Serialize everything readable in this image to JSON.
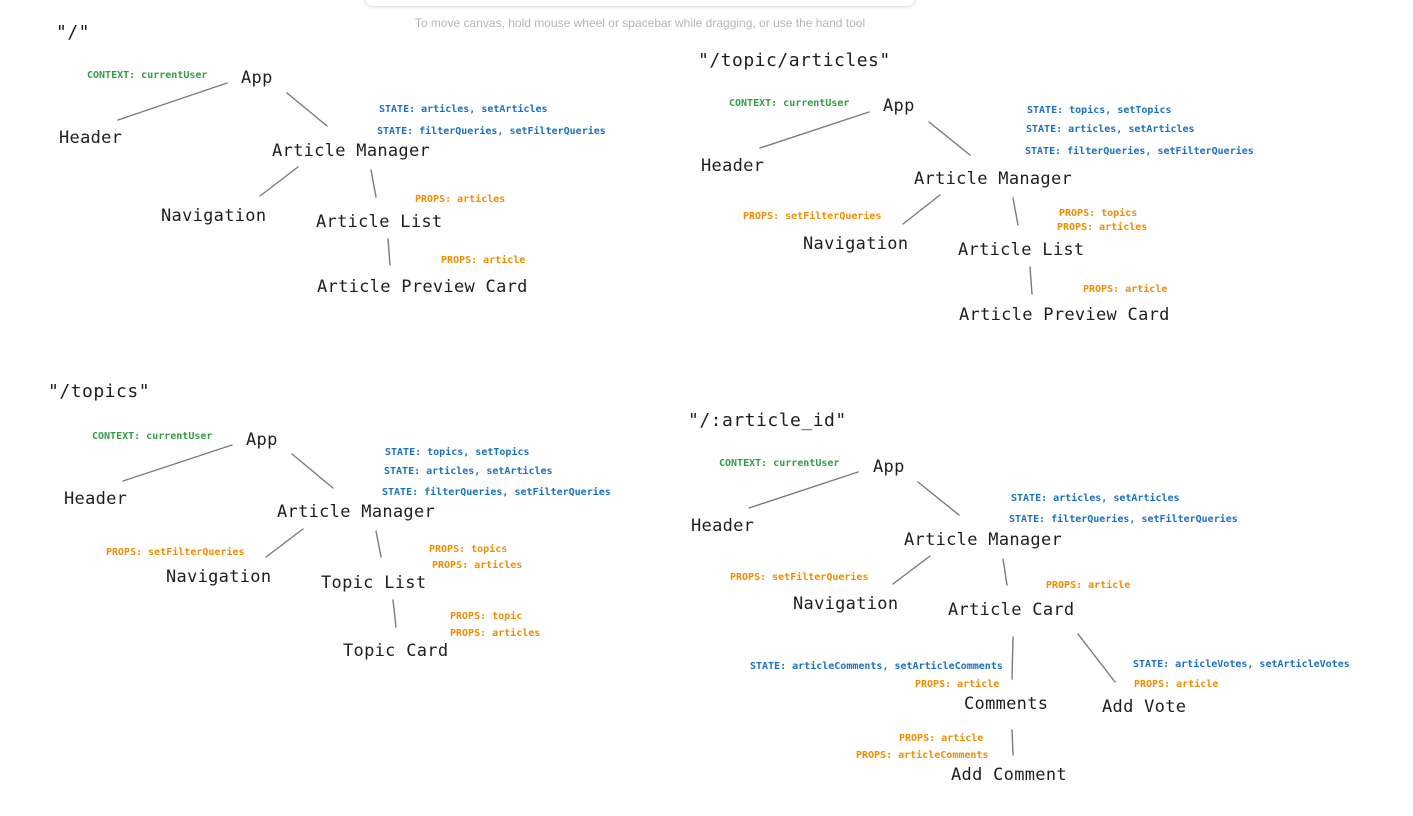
{
  "canvas": {
    "hint": "To move canvas, hold mouse wheel or spacebar while dragging, or use the hand tool"
  },
  "colors": {
    "context": "#2f9e44",
    "state": "#1971c2",
    "props": "#f08c00",
    "text": "#1e1e1e",
    "connector": "#7a7a7a"
  },
  "diagrams": {
    "root": {
      "route": "\"/\"",
      "nodes": {
        "app": "App",
        "header": "Header",
        "article_manager": "Article Manager",
        "navigation": "Navigation",
        "article_list": "Article List",
        "article_preview_card": "Article Preview Card"
      },
      "annotations": {
        "context": "CONTEXT: currentUser",
        "state_articles": "STATE: articles, setArticles",
        "state_filter": "STATE: filterQueries, setFilterQueries",
        "props_articles": "PROPS: articles",
        "props_article": "PROPS: article"
      }
    },
    "topic_articles": {
      "route": "\"/topic/articles\"",
      "nodes": {
        "app": "App",
        "header": "Header",
        "article_manager": "Article Manager",
        "navigation": "Navigation",
        "article_list": "Article List",
        "article_preview_card": "Article Preview Card"
      },
      "annotations": {
        "context": "CONTEXT: currentUser",
        "state_topics": "STATE: topics, setTopics",
        "state_articles": "STATE: articles, setArticles",
        "state_filter": "STATE: filterQueries, setFilterQueries",
        "props_filter": "PROPS: setFilterQueries",
        "props_topics": "PROPS: topics",
        "props_articles": "PROPS: articles",
        "props_article": "PROPS: article"
      }
    },
    "topics": {
      "route": "\"/topics\"",
      "nodes": {
        "app": "App",
        "header": "Header",
        "article_manager": "Article Manager",
        "navigation": "Navigation",
        "topic_list": "Topic List",
        "topic_card": "Topic Card"
      },
      "annotations": {
        "context": "CONTEXT: currentUser",
        "state_topics": "STATE: topics, setTopics",
        "state_articles": "STATE: articles, setArticles",
        "state_filter": "STATE: filterQueries, setFilterQueries",
        "props_filter": "PROPS: setFilterQueries",
        "props_topics": "PROPS: topics",
        "props_articles": "PROPS: articles",
        "props_topic": "PROPS: topic",
        "props_articles_2": "PROPS: articles"
      }
    },
    "article_id": {
      "route": "\"/:article_id\"",
      "nodes": {
        "app": "App",
        "header": "Header",
        "article_manager": "Article Manager",
        "navigation": "Navigation",
        "article_card": "Article Card",
        "comments": "Comments",
        "add_vote": "Add Vote",
        "add_comment": "Add Comment"
      },
      "annotations": {
        "context": "CONTEXT: currentUser",
        "state_articles": "STATE: articles, setArticles",
        "state_filter": "STATE: filterQueries, setFilterQueries",
        "props_filter": "PROPS: setFilterQueries",
        "props_article": "PROPS: article",
        "state_comments": "STATE: articleComments, setArticleComments",
        "props_article_comments_node": "PROPS: article",
        "state_votes": "STATE: articleVotes, setArticleVotes",
        "props_article_vote": "PROPS: article",
        "props_article_add_comment": "PROPS: article",
        "props_article_comments": "PROPS: articleComments"
      }
    }
  }
}
